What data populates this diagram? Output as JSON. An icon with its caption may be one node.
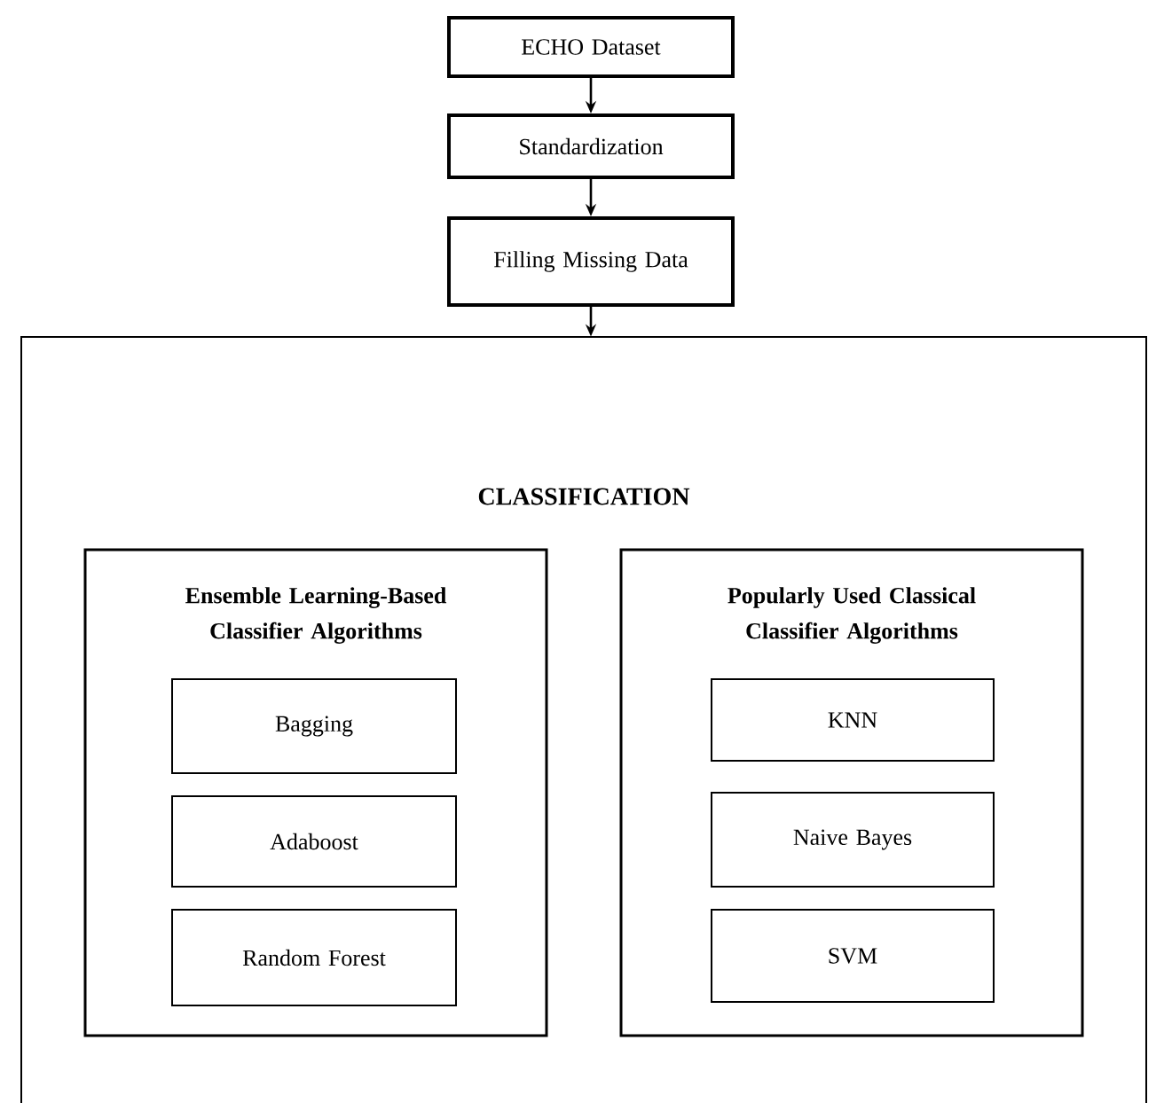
{
  "diagram": {
    "nodes": [
      {
        "text": [
          "ECHO Dataset"
        ]
      },
      {
        "text": [
          "Standardization"
        ]
      },
      {
        "text": [
          "Filling Missing Data"
        ]
      },
      {
        "text": [
          "CLASSIFICATION"
        ]
      },
      {
        "text": [
          "Ensemble Learning-Based Classifier Algorithms"
        ],
        "in": 3
      },
      {
        "text": [
          "Bagging"
        ],
        "in": 4
      },
      {
        "text": [
          "Adaboost"
        ],
        "in": 4
      },
      {
        "text": [
          "Random Forest"
        ],
        "in": 4
      },
      {
        "text": [
          "Popularly Used Classical Classifier Algorithms"
        ],
        "in": 3
      },
      {
        "text": [
          "KNN"
        ],
        "in": 8
      },
      {
        "text": [
          "Naive Bayes"
        ],
        "in": 8
      },
      {
        "text": [
          "SVM"
        ],
        "in": 8
      }
    ],
    "edges": [
      {
        "from": 0,
        "to": 1,
        "arrow": "to"
      },
      {
        "from": 1,
        "to": 2,
        "arrow": "to"
      },
      {
        "from": 2,
        "to": 3,
        "arrow": "to"
      }
    ]
  }
}
